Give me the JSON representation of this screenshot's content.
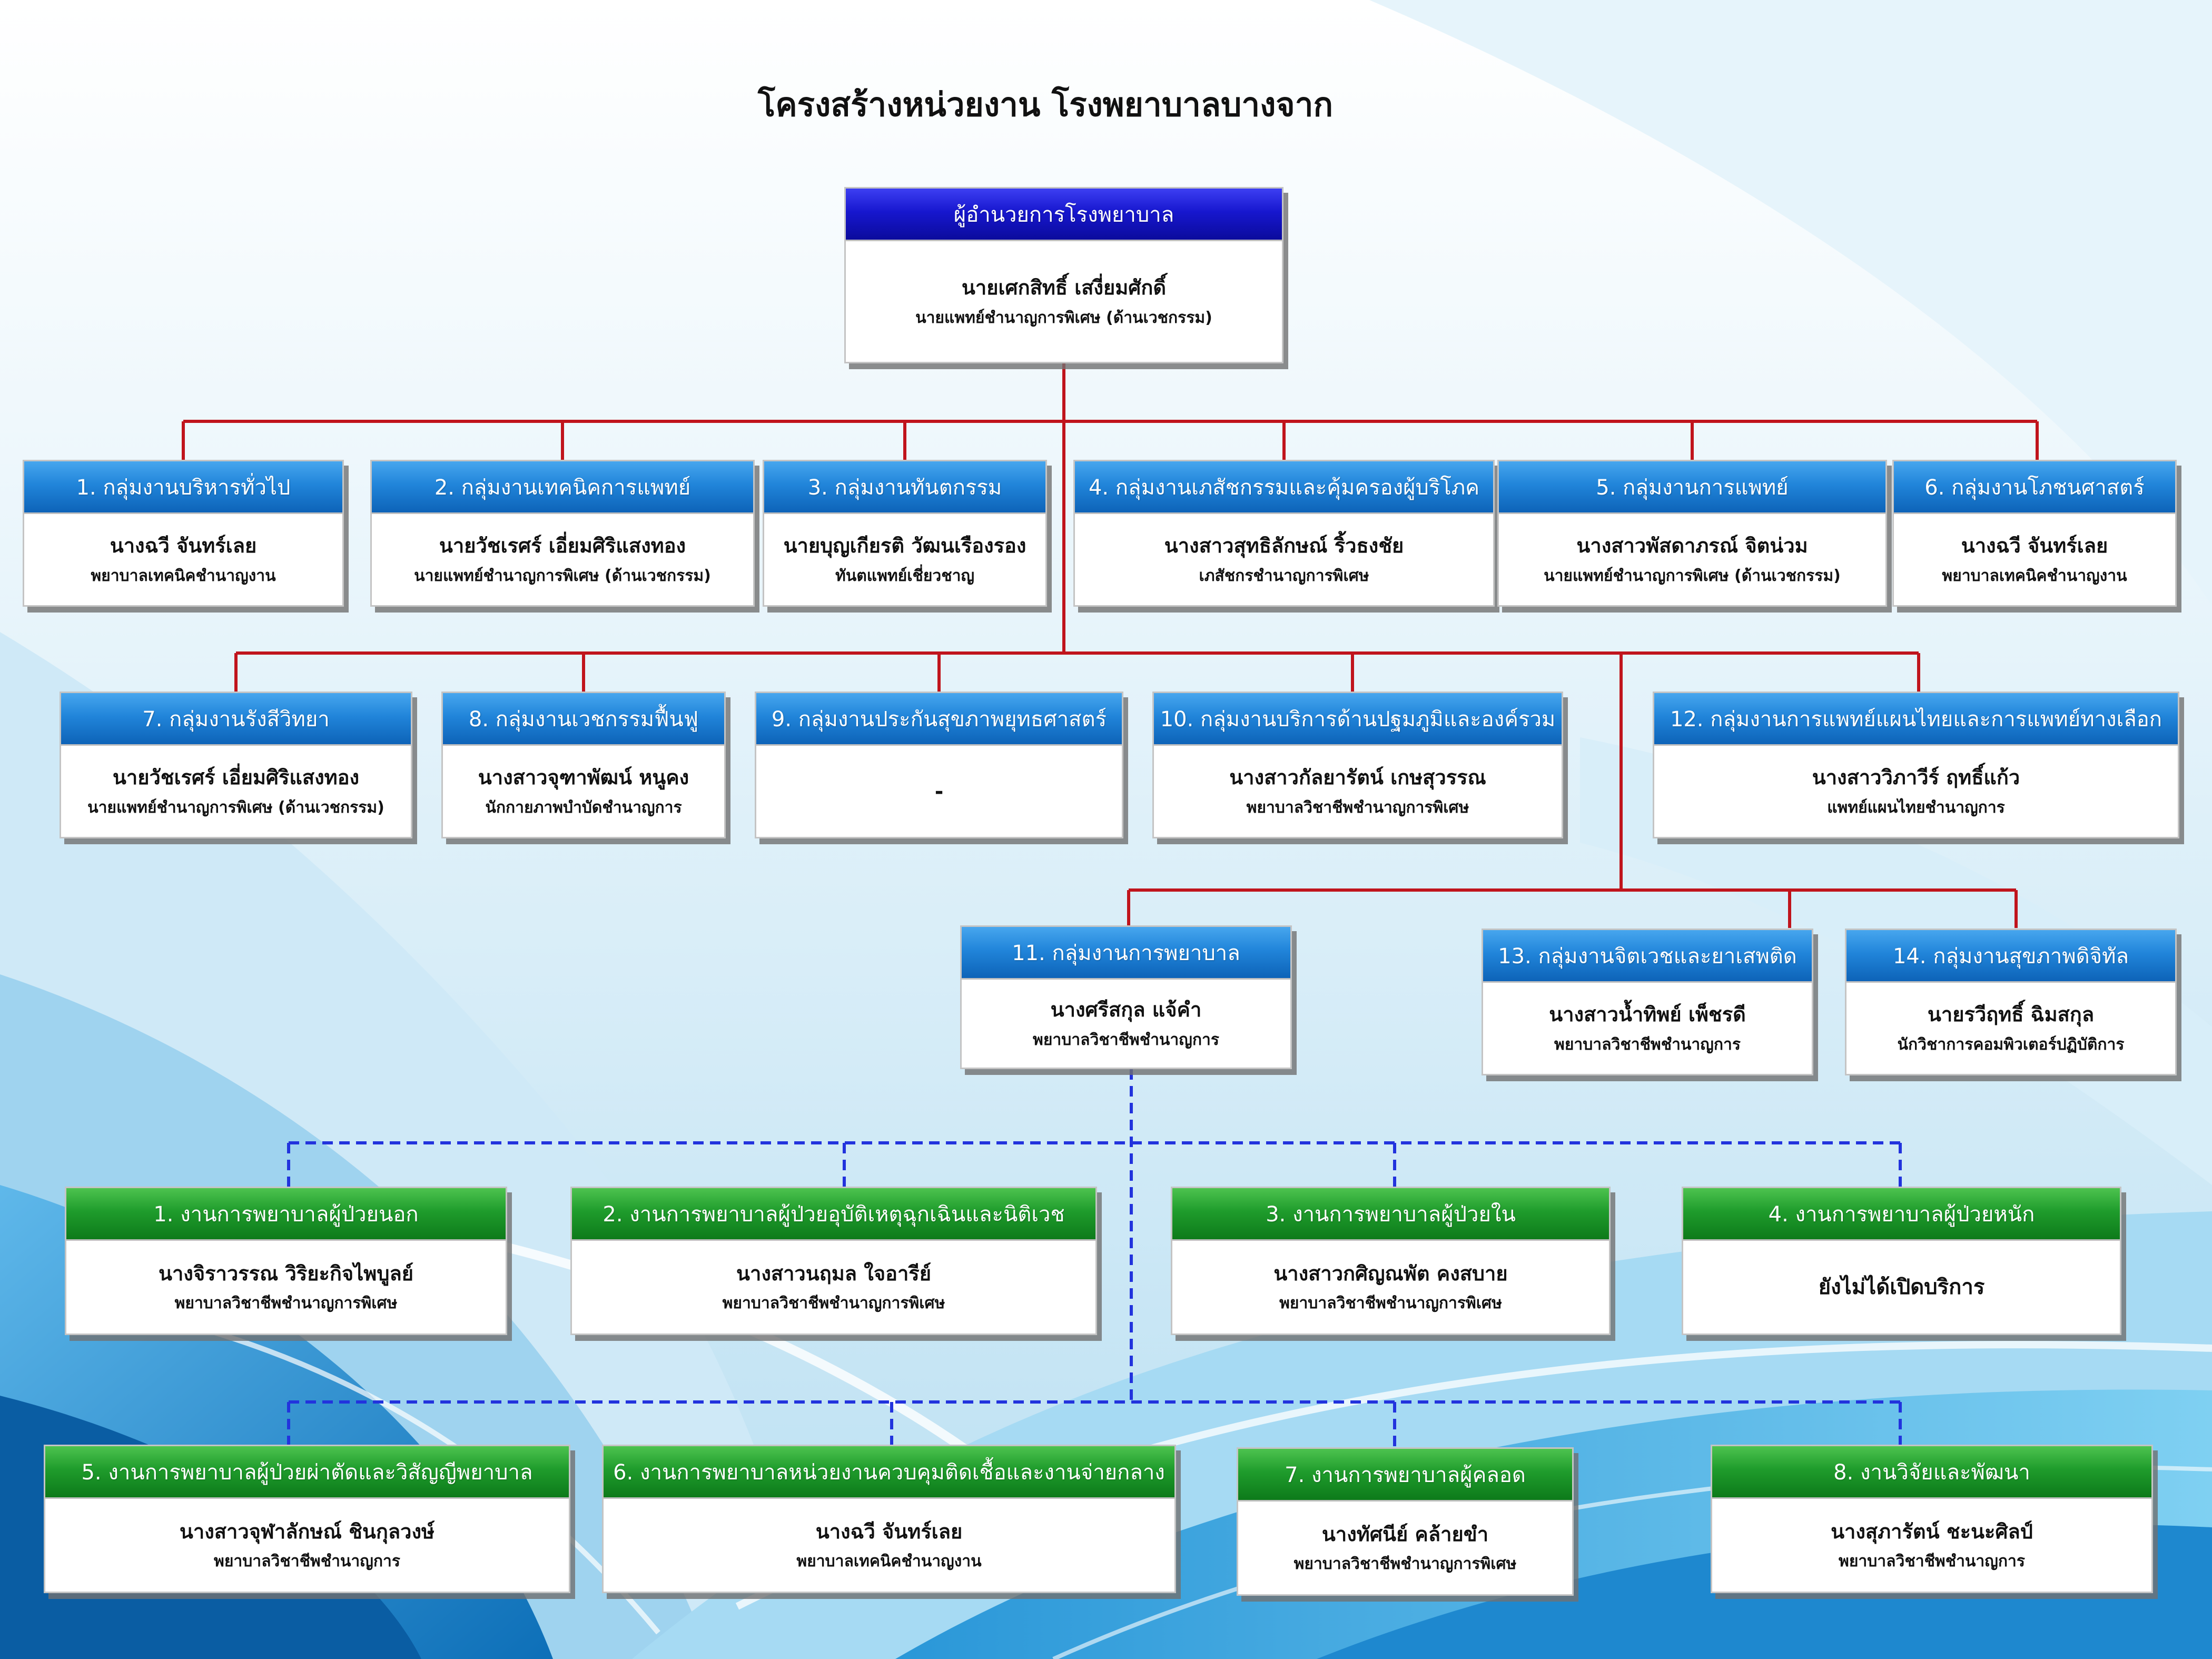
{
  "title": "โครงสร้างหน่วยงาน โรงพยาบาลบางจาก",
  "colors": {
    "header_blue": "#1b7fd6",
    "header_green": "#1f9c2c",
    "header_navy": "#1717cf",
    "connector_red": "#c0141c",
    "connector_blue_dashed": "#2233dd"
  },
  "director": {
    "title": "ผู้อำนวยการโรงพยาบาล",
    "name": "นายเศกสิทธิ์  เสงี่ยมศักดิ์",
    "position": "นายแพทย์ชำนาญการพิเศษ (ด้านเวชกรรม)"
  },
  "groups": [
    {
      "title": "1. กลุ่มงานบริหารทั่วไป",
      "name": "นางฉวี  จันทร์เลย",
      "position": "พยาบาลเทคนิคชำนาญงาน"
    },
    {
      "title": "2. กลุ่มงานเทคนิคการแพทย์",
      "name": "นายวัชเรศร์  เอี่ยมศิริแสงทอง",
      "position": "นายแพทย์ชำนาญการพิเศษ (ด้านเวชกรรม)"
    },
    {
      "title": "3. กลุ่มงานทันตกรรม",
      "name": "นายบุญเกียรติ  วัฒนเรืองรอง",
      "position": "ทันตแพทย์เชี่ยวชาญ"
    },
    {
      "title": "4. กลุ่มงานเภสัชกรรมและคุ้มครองผู้บริโภค",
      "name": "นางสาวสุทธิลักษณ์  ริ้วธงชัย",
      "position": "เภสัชกรชำนาญการพิเศษ"
    },
    {
      "title": "5. กลุ่มงานการแพทย์",
      "name": "นางสาวพัสดาภรณ์ จิตน่วม",
      "position": "นายแพทย์ชำนาญการพิเศษ (ด้านเวชกรรม)"
    },
    {
      "title": "6. กลุ่มงานโภชนศาสตร์",
      "name": "นางฉวี  จันทร์เลย",
      "position": "พยาบาลเทคนิคชำนาญงาน"
    },
    {
      "title": "7. กลุ่มงานรังสีวิทยา",
      "name": "นายวัชเรศร์  เอี่ยมศิริแสงทอง",
      "position": "นายแพทย์ชำนาญการพิเศษ (ด้านเวชกรรม)"
    },
    {
      "title": "8. กลุ่มงานเวชกรรมฟื้นฟู",
      "name": "นางสาวจุฑาพัฒน์  หนูคง",
      "position": "นักกายภาพบำบัดชำนาญการ"
    },
    {
      "title": "9. กลุ่มงานประกันสุขภาพยุทธศาสตร์",
      "name": "-",
      "position": ""
    },
    {
      "title": "10. กลุ่มงานบริการด้านปฐมภูมิและองค์รวม",
      "name": "นางสาวกัลยารัตน์ เกษสุวรรณ",
      "position": "พยาบาลวิชาชีพชำนาญการพิเศษ"
    },
    {
      "title": "11. กลุ่มงานการพยาบาล",
      "name": "นางศรีสกุล  แจ้คำ",
      "position": "พยาบาลวิชาชีพชำนาญการ"
    },
    {
      "title": "12. กลุ่มงานการแพทย์แผนไทยและการแพทย์ทางเลือก",
      "name": "นางสาววิภาวีร์  ฤทธิ์แก้ว",
      "position": "แพทย์แผนไทยชำนาญการ"
    },
    {
      "title": "13. กลุ่มงานจิตเวชและยาเสพติด",
      "name": "นางสาวน้ำทิพย์  เพ็ชรดี",
      "position": "พยาบาลวิชาชีพชำนาญการ"
    },
    {
      "title": "14. กลุ่มงานสุขภาพดิจิทัล",
      "name": "นายรวีฤทธิ์  ฉิมสกุล",
      "position": "นักวิชาการคอมพิวเตอร์ปฏิบัติการ"
    }
  ],
  "nursing_units": [
    {
      "title": "1. งานการพยาบาลผู้ป่วยนอก",
      "name": "นางจิราวรรณ  วิริยะกิจไพบูลย์",
      "position": "พยาบาลวิชาชีพชำนาญการพิเศษ"
    },
    {
      "title": "2. งานการพยาบาลผู้ป่วยอุบัติเหตุฉุกเฉินและนิติเวช",
      "name": "นางสาวนฤมล  ใจอารีย์",
      "position": "พยาบาลวิชาชีพชำนาญการพิเศษ"
    },
    {
      "title": "3. งานการพยาบาลผู้ป่วยใน",
      "name": "นางสาวกศิญณพัต  คงสบาย",
      "position": "พยาบาลวิชาชีพชำนาญการพิเศษ"
    },
    {
      "title": "4. งานการพยาบาลผู้ป่วยหนัก",
      "name": "ยังไม่ได้เปิดบริการ",
      "position": ""
    },
    {
      "title": "5. งานการพยาบาลผู้ป่วยผ่าตัดและวิสัญญีพยาบาล",
      "name": "นางสาวจุฬาลักษณ์  ชินกุลวงษ์",
      "position": "พยาบาลวิชาชีพชำนาญการ"
    },
    {
      "title": "6. งานการพยาบาลหน่วยงานควบคุมติดเชื้อและงานจ่ายกลาง",
      "name": "นางฉวี  จันทร์เลย",
      "position": "พยาบาลเทคนิคชำนาญงาน"
    },
    {
      "title": "7. งานการพยาบาลผู้คลอด",
      "name": "นางทัศนีย์  คล้ายขำ",
      "position": "พยาบาลวิชาชีพชำนาญการพิเศษ"
    },
    {
      "title": "8. งานวิจัยและพัฒนา",
      "name": "นางสุภารัตน์  ชะนะศิลป์",
      "position": "พยาบาลวิชาชีพชำนาญการ"
    }
  ]
}
